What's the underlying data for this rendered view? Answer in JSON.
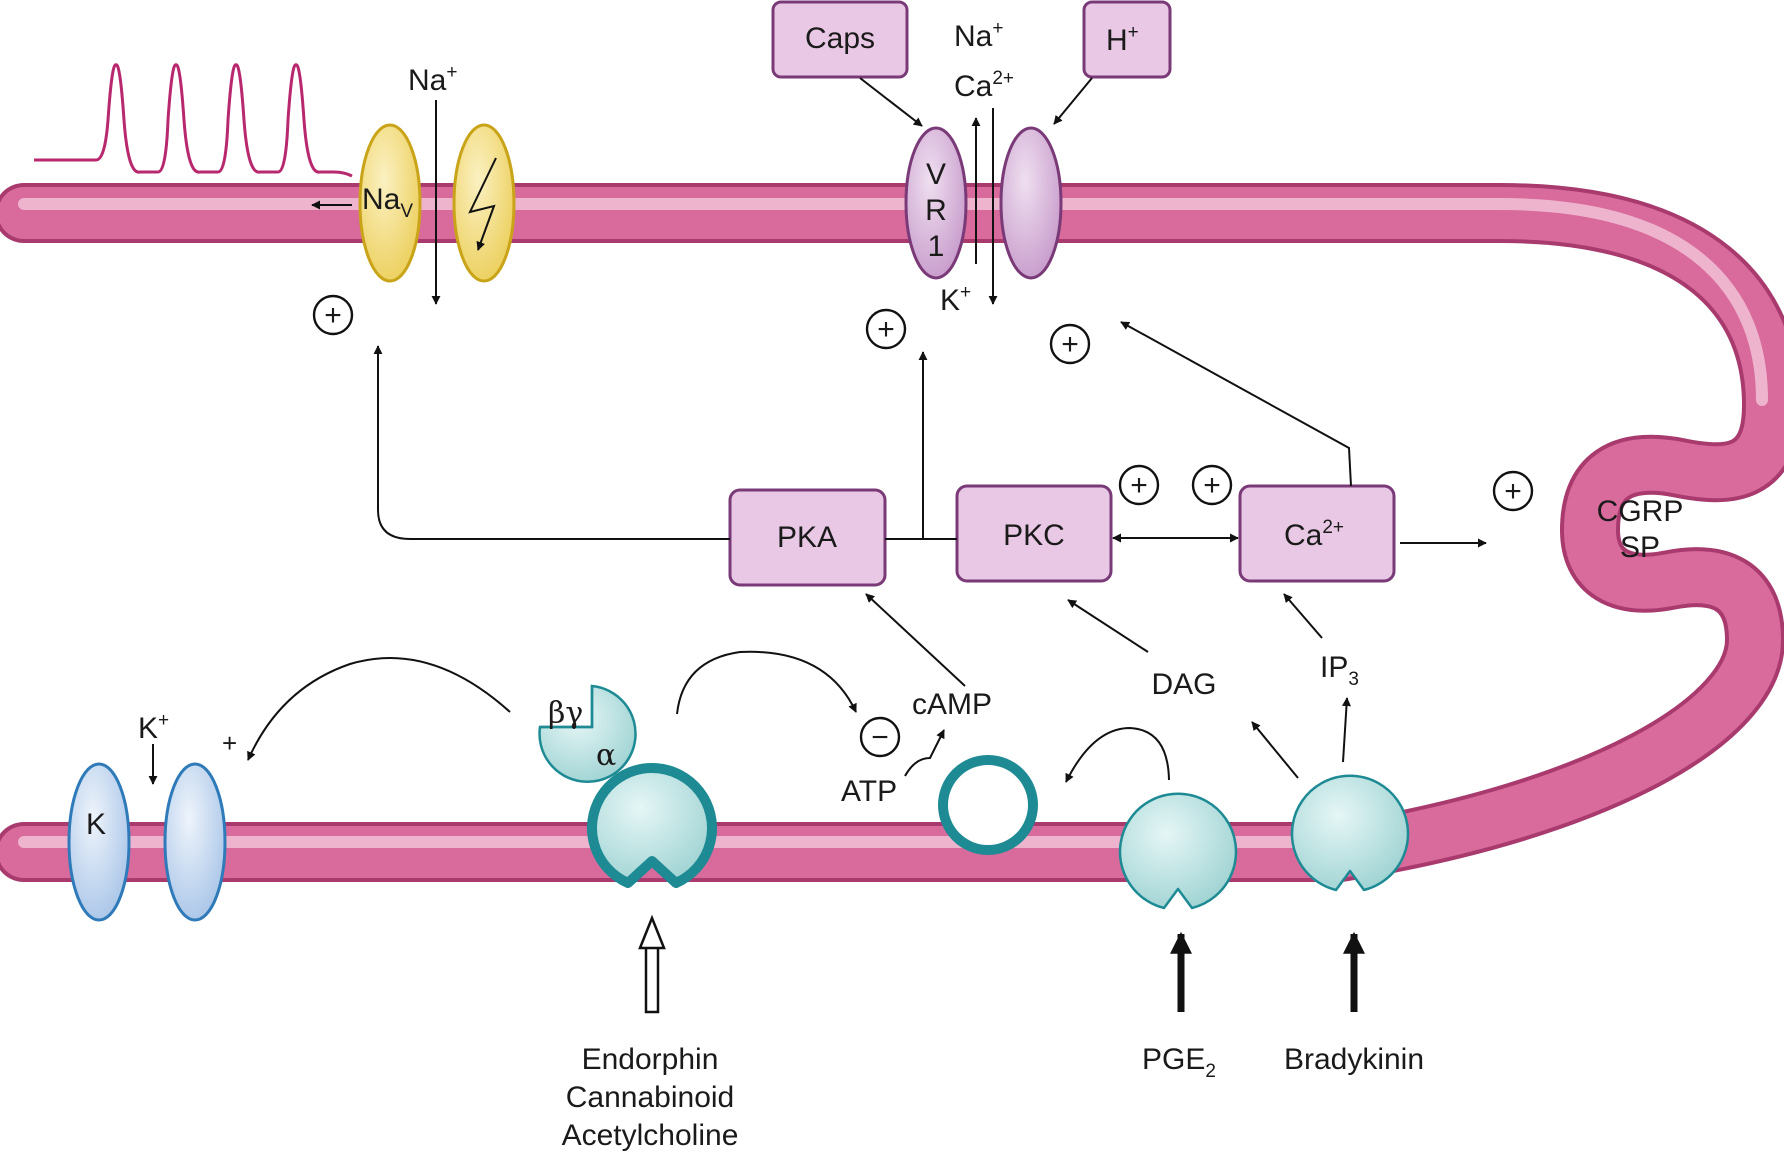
{
  "labels": {
    "caps": "Caps",
    "h_plus": "H",
    "plus_sign": "+",
    "minus_sign": "−",
    "na_top": "Na",
    "ca_top": "Ca",
    "two_plus": "2+",
    "k_top": "K",
    "na_left": "Na",
    "na_v_main": "Na",
    "na_v_sub": "V",
    "vr1_v": "V",
    "vr1_r": "R",
    "vr1_1": "1",
    "pka": "PKA",
    "pkc": "PKC",
    "ca_box": "Ca",
    "cgrp": "CGRP",
    "sp": "SP",
    "dag": "DAG",
    "ip": "IP",
    "ip_sub": "3",
    "camp": "cAMP",
    "atp": "ATP",
    "k_bottom": "K",
    "k_channel": "K",
    "beta_gamma": "βγ",
    "alpha": "α",
    "endorphin": "Endorphin",
    "cannabinoid": "Cannabinoid",
    "acetylcholine": "Acetylcholine",
    "pge": "PGE",
    "pge_sub": "2",
    "bradykinin": "Bradykinin"
  },
  "colors": {
    "membrane": "#cc5a8e",
    "membrane_light": "#e9a6c4",
    "box_fill": "#e8c8e4",
    "box_stroke": "#7a3a77",
    "nav_fill": "#f3e08a",
    "nav_stroke": "#c9a418",
    "vr1_fill": "#d6b2d8",
    "vr1_stroke": "#7a3a77",
    "k_fill": "#c3d6ef",
    "k_stroke": "#2f7ab8",
    "receptor_fill": "#b6e0e0",
    "receptor_stroke": "#1d8a94",
    "action_potential": "#b8286e"
  }
}
